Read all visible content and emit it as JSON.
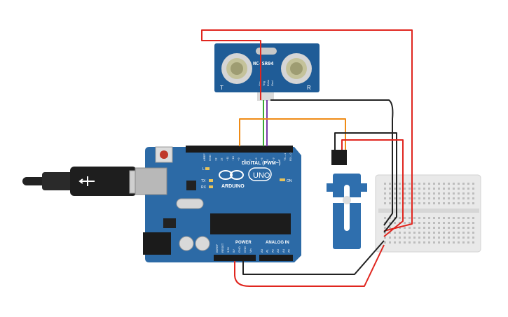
{
  "sensor": {
    "model": "HC-SR04",
    "t_label": "T",
    "r_label": "R",
    "pin_labels": [
      "Vcc",
      "Trig",
      "Echo",
      "Gnd"
    ]
  },
  "arduino": {
    "brand": "ARDUINO",
    "model": "UNO",
    "digital_label": "DIGITAL (PWM~)",
    "power_label": "POWER",
    "analog_label": "ANALOG IN",
    "on_label": "ON",
    "led_l": "L",
    "led_tx": "TX",
    "led_rx": "RX",
    "digital_pins": [
      "AREF",
      "GND",
      "13",
      "12",
      "~11",
      "~10",
      "~9",
      "8",
      "7",
      "~6",
      "~5",
      "4",
      "~3",
      "2",
      "TX→1",
      "RX←0"
    ],
    "power_pins": [
      "IOREF",
      "RESET",
      "3.3V",
      "5V",
      "GND",
      "GND",
      "Vin"
    ],
    "analog_pins": [
      "A0",
      "A1",
      "A2",
      "A3",
      "A4",
      "A5"
    ]
  },
  "colors": {
    "board": "#2c6aa6",
    "wire_red": "#e0261f",
    "wire_black": "#222222",
    "wire_orange": "#ef8b16",
    "wire_green": "#3aa935",
    "wire_purple": "#7a3aa8",
    "servo": "#2f6fae",
    "breadboard": "#e9e9e9"
  }
}
